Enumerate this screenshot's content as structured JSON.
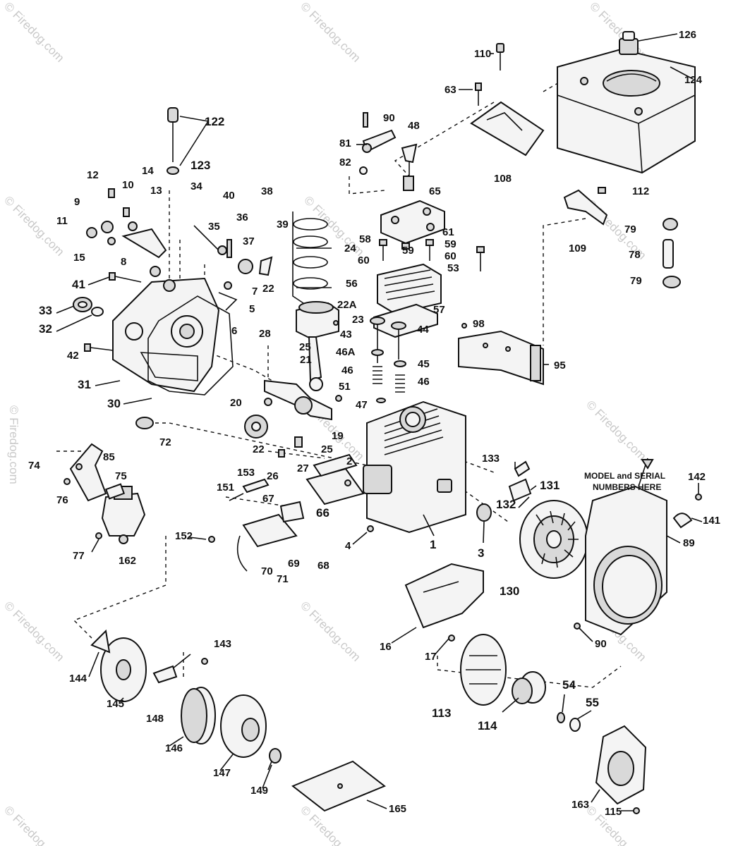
{
  "watermark": "© Firedog.com",
  "note": {
    "line1": "MODEL and SERIAL",
    "line2": "NUMBERS HERE"
  },
  "labels": {
    "l126": "126",
    "l124": "124",
    "l110": "110",
    "l63": "63",
    "l108": "108",
    "l90a": "90",
    "l81": "81",
    "l82": "82",
    "l48": "48",
    "l65": "65",
    "l122": "122",
    "l123": "123",
    "l12": "12",
    "l10": "10",
    "l14": "14",
    "l13": "13",
    "l9": "9",
    "l11": "11",
    "l15": "15",
    "l34": "34",
    "l40": "40",
    "l38": "38",
    "l39": "39",
    "l35": "35",
    "l36": "36",
    "l37": "37",
    "l24": "24",
    "l22": "22",
    "l22a": "22A",
    "l23": "23",
    "l61": "61",
    "l58a": "58",
    "l59a": "59",
    "l59b": "59",
    "l60a": "60",
    "l60b": "60",
    "l53": "53",
    "l56": "56",
    "l57": "57",
    "l112": "112",
    "l109": "109",
    "l79a": "79",
    "l78": "78",
    "l79b": "79",
    "l8": "8",
    "l41": "41",
    "l7": "7",
    "l5": "5",
    "l6": "6",
    "l33": "33",
    "l32": "32",
    "l42": "42",
    "l31": "31",
    "l30": "30",
    "l28": "28",
    "l25a": "25",
    "l21": "21",
    "l20": "20",
    "l51": "51",
    "l43": "43",
    "l44": "44",
    "l98": "98",
    "l46a": "46A",
    "l45": "45",
    "l46b": "46",
    "l46c": "46",
    "l47": "47",
    "l95": "95",
    "l19": "19",
    "l27": "27",
    "l25b": "25",
    "l26": "26",
    "l22b": "22",
    "l72": "72",
    "l74": "74",
    "l85": "85",
    "l75": "75",
    "l76": "76",
    "l2": "2",
    "l153": "153",
    "l151": "151",
    "l67": "67",
    "l133": "133",
    "l131": "131",
    "l132": "132",
    "l142": "142",
    "l141": "141",
    "l89": "89",
    "l152": "152",
    "l77": "77",
    "l162": "162",
    "l66": "66",
    "l68": "68",
    "l69": "69",
    "l70": "70",
    "l71": "71",
    "l4": "4",
    "l1": "1",
    "l3": "3",
    "l130": "130",
    "l90b": "90",
    "l16": "16",
    "l17": "17",
    "l143": "143",
    "l144": "144",
    "l145": "145",
    "l146": "146",
    "l148": "148",
    "l147": "147",
    "l149": "149",
    "l113": "113",
    "l114": "114",
    "l54": "54",
    "l55": "55",
    "l163": "163",
    "l115": "115",
    "l165": "165"
  }
}
